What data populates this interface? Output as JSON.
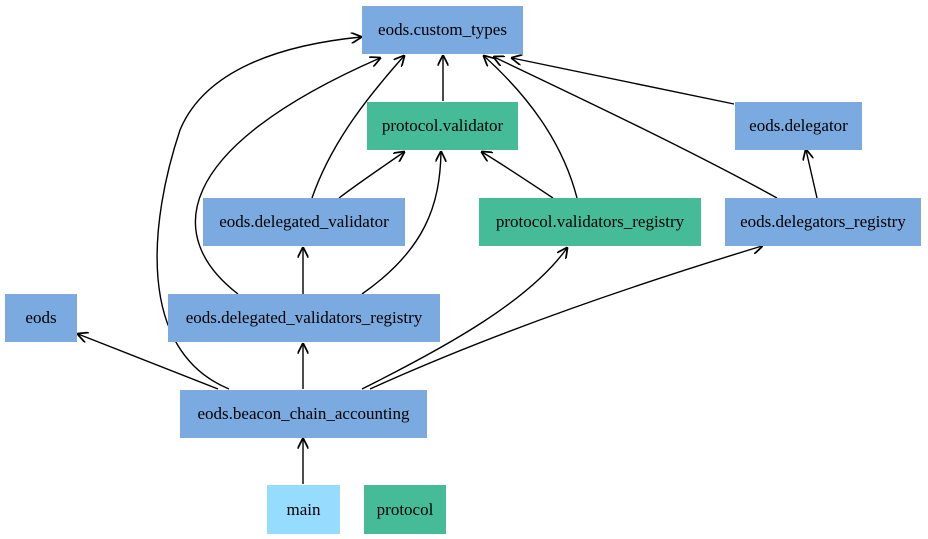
{
  "colors": {
    "module": "#7aaadf",
    "protocol_module": "#45bc97",
    "entry_module": "#96dcff",
    "edge": "#000000"
  },
  "nodes": {
    "custom_types": {
      "label": "eods.custom_types",
      "color": "#7aaadf"
    },
    "protocol_validator": {
      "label": "protocol.validator",
      "color": "#45bc97"
    },
    "delegator": {
      "label": "eods.delegator",
      "color": "#7aaadf"
    },
    "delegated_validator": {
      "label": "eods.delegated_validator",
      "color": "#7aaadf"
    },
    "validators_registry": {
      "label": "protocol.validators_registry",
      "color": "#45bc97"
    },
    "delegators_registry": {
      "label": "eods.delegators_registry",
      "color": "#7aaadf"
    },
    "eods": {
      "label": "eods",
      "color": "#7aaadf"
    },
    "delegated_validators_registry": {
      "label": "eods.delegated_validators_registry",
      "color": "#7aaadf"
    },
    "beacon_chain_accounting": {
      "label": "eods.beacon_chain_accounting",
      "color": "#7aaadf"
    },
    "main": {
      "label": "main",
      "color": "#96dcff"
    },
    "protocol": {
      "label": "protocol",
      "color": "#45bc97"
    }
  },
  "edges": [
    {
      "from": "protocol_validator",
      "to": "custom_types"
    },
    {
      "from": "delegator",
      "to": "custom_types"
    },
    {
      "from": "delegated_validator",
      "to": "custom_types"
    },
    {
      "from": "delegated_validator",
      "to": "protocol_validator"
    },
    {
      "from": "validators_registry",
      "to": "custom_types"
    },
    {
      "from": "validators_registry",
      "to": "protocol_validator"
    },
    {
      "from": "delegators_registry",
      "to": "custom_types"
    },
    {
      "from": "delegators_registry",
      "to": "delegator"
    },
    {
      "from": "delegated_validators_registry",
      "to": "custom_types"
    },
    {
      "from": "delegated_validators_registry",
      "to": "protocol_validator"
    },
    {
      "from": "delegated_validators_registry",
      "to": "delegated_validator"
    },
    {
      "from": "beacon_chain_accounting",
      "to": "custom_types"
    },
    {
      "from": "beacon_chain_accounting",
      "to": "eods"
    },
    {
      "from": "beacon_chain_accounting",
      "to": "delegated_validators_registry"
    },
    {
      "from": "beacon_chain_accounting",
      "to": "validators_registry"
    },
    {
      "from": "beacon_chain_accounting",
      "to": "delegators_registry"
    },
    {
      "from": "main",
      "to": "beacon_chain_accounting"
    }
  ]
}
